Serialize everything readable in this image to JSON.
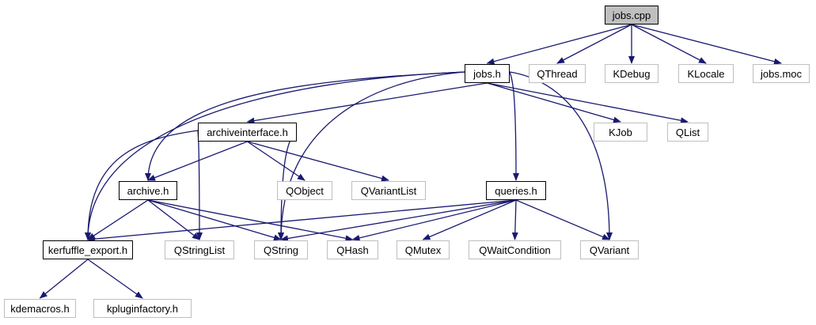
{
  "colors": {
    "edge": "#191970",
    "root_fill": "#bfbfbf",
    "external_border": "#bfbfbf",
    "documented_border": "#000000"
  },
  "nodes": {
    "jobs_cpp": {
      "label": "jobs.cpp",
      "kind": "root"
    },
    "jobs_h": {
      "label": "jobs.h",
      "kind": "documented"
    },
    "QThread": {
      "label": "QThread",
      "kind": "external"
    },
    "KDebug": {
      "label": "KDebug",
      "kind": "external"
    },
    "KLocale": {
      "label": "KLocale",
      "kind": "external"
    },
    "jobs_moc": {
      "label": "jobs.moc",
      "kind": "external"
    },
    "archiveinterface_h": {
      "label": "archiveinterface.h",
      "kind": "documented"
    },
    "KJob": {
      "label": "KJob",
      "kind": "external"
    },
    "QList": {
      "label": "QList",
      "kind": "external"
    },
    "archive_h": {
      "label": "archive.h",
      "kind": "documented"
    },
    "QObject": {
      "label": "QObject",
      "kind": "external"
    },
    "QVariantList": {
      "label": "QVariantList",
      "kind": "external"
    },
    "queries_h": {
      "label": "queries.h",
      "kind": "documented"
    },
    "kerfuffle_export_h": {
      "label": "kerfuffle_export.h",
      "kind": "documented"
    },
    "QStringList": {
      "label": "QStringList",
      "kind": "external"
    },
    "QString": {
      "label": "QString",
      "kind": "external"
    },
    "QHash": {
      "label": "QHash",
      "kind": "external"
    },
    "QMutex": {
      "label": "QMutex",
      "kind": "external"
    },
    "QWaitCondition": {
      "label": "QWaitCondition",
      "kind": "external"
    },
    "QVariant": {
      "label": "QVariant",
      "kind": "external"
    },
    "kdemacros_h": {
      "label": "kdemacros.h",
      "kind": "external"
    },
    "kpluginfactory_h": {
      "label": "kpluginfactory.h",
      "kind": "external"
    }
  },
  "edges": [
    [
      "jobs_cpp",
      "jobs_h"
    ],
    [
      "jobs_cpp",
      "QThread"
    ],
    [
      "jobs_cpp",
      "KDebug"
    ],
    [
      "jobs_cpp",
      "KLocale"
    ],
    [
      "jobs_cpp",
      "jobs_moc"
    ],
    [
      "jobs_h",
      "archiveinterface_h"
    ],
    [
      "jobs_h",
      "KJob"
    ],
    [
      "jobs_h",
      "QList"
    ],
    [
      "jobs_h",
      "archive_h"
    ],
    [
      "jobs_h",
      "kerfuffle_export_h"
    ],
    [
      "jobs_h",
      "queries_h"
    ],
    [
      "jobs_h",
      "QString"
    ],
    [
      "jobs_h",
      "QVariant"
    ],
    [
      "archiveinterface_h",
      "archive_h"
    ],
    [
      "archiveinterface_h",
      "kerfuffle_export_h"
    ],
    [
      "archiveinterface_h",
      "QStringList"
    ],
    [
      "archiveinterface_h",
      "QString"
    ],
    [
      "archiveinterface_h",
      "QObject"
    ],
    [
      "archiveinterface_h",
      "QVariantList"
    ],
    [
      "archive_h",
      "kerfuffle_export_h"
    ],
    [
      "archive_h",
      "QStringList"
    ],
    [
      "archive_h",
      "QString"
    ],
    [
      "archive_h",
      "QHash"
    ],
    [
      "queries_h",
      "kerfuffle_export_h"
    ],
    [
      "queries_h",
      "QString"
    ],
    [
      "queries_h",
      "QHash"
    ],
    [
      "queries_h",
      "QMutex"
    ],
    [
      "queries_h",
      "QWaitCondition"
    ],
    [
      "queries_h",
      "QVariant"
    ],
    [
      "kerfuffle_export_h",
      "kdemacros_h"
    ],
    [
      "kerfuffle_export_h",
      "kpluginfactory_h"
    ]
  ]
}
